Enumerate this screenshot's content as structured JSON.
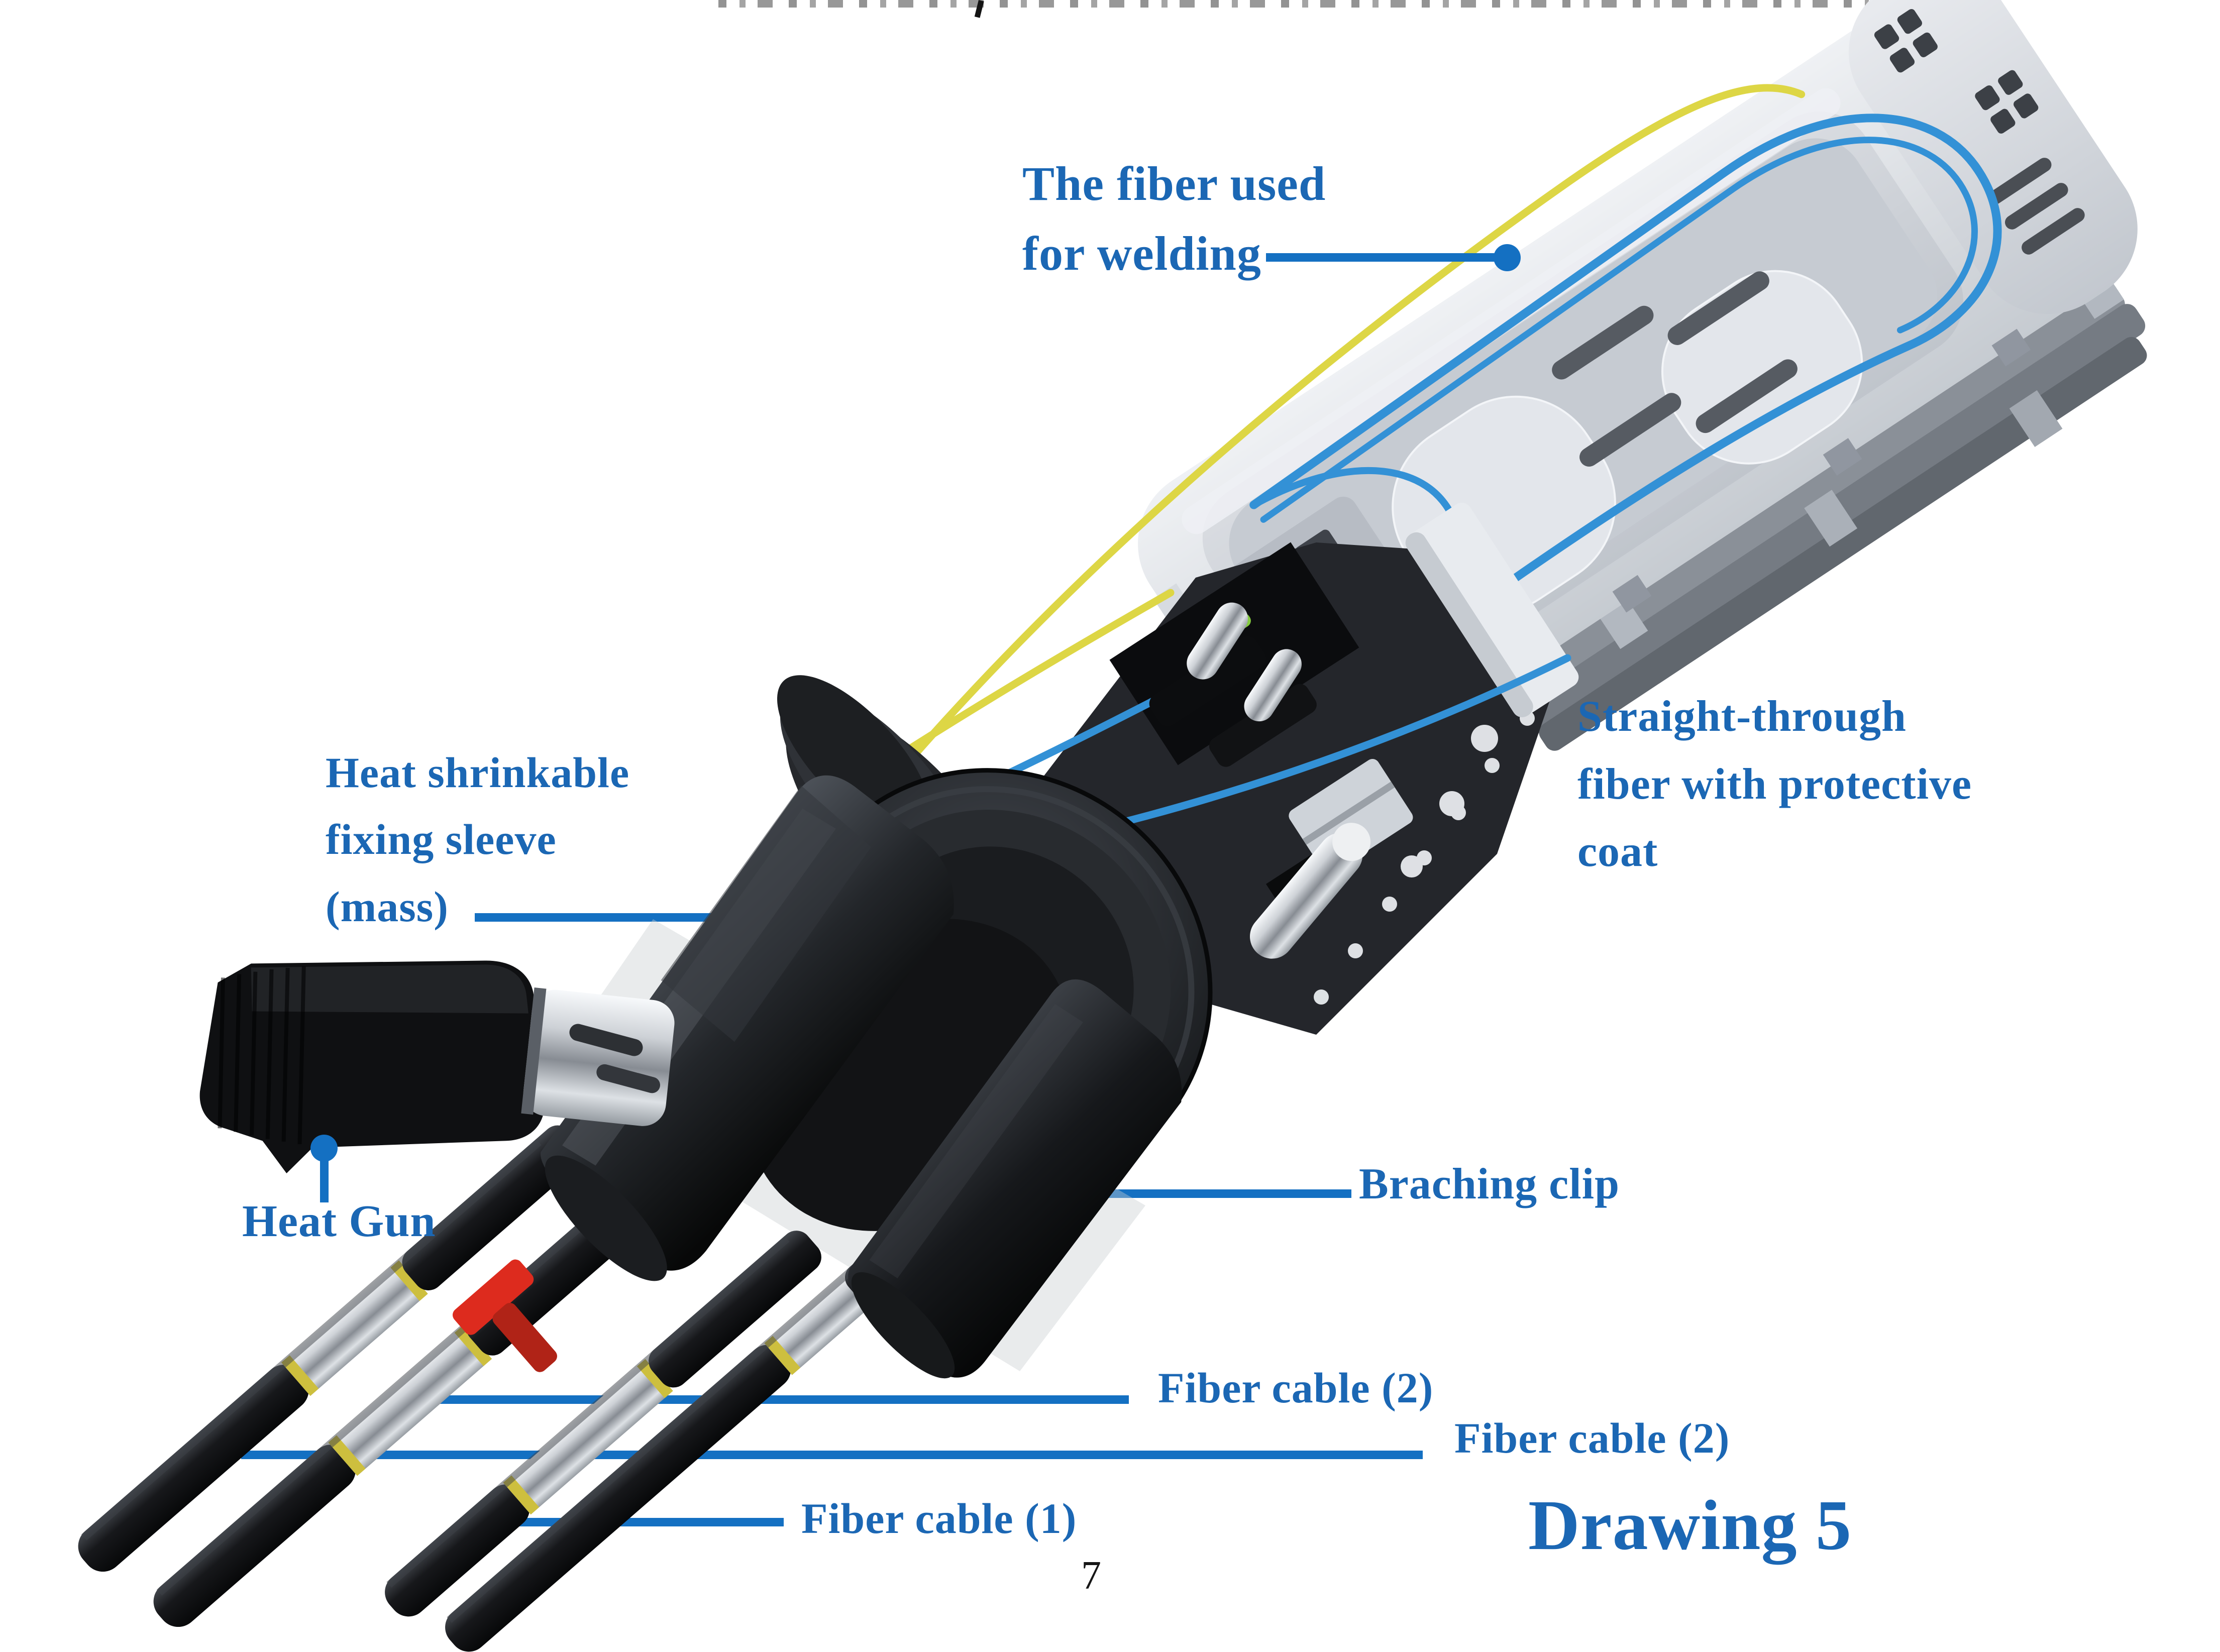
{
  "page": {
    "number": "7"
  },
  "figure": {
    "caption": "Drawing 5",
    "labels": {
      "fiber_welding": "The fiber used\nfor welding",
      "straight_through": "Straight-through\nfiber with protective\ncoat",
      "heat_shrinkable": "Heat shrinkable\nfixing sleeve\n(mass)",
      "heat_gun": "Heat Gun",
      "braching_clip": "Braching clip",
      "fiber_cable_2_first": "Fiber cable (2)",
      "fiber_cable_2_second": "Fiber cable (2)",
      "fiber_cable_1": "Fiber cable (1)"
    }
  },
  "colors": {
    "label_blue": "#1b67b4",
    "leader_blue": "#1470c2",
    "fiber_blue": "#3391d6",
    "fiber_yellow": "#ddd645",
    "clip_red": "#dd2b1e"
  }
}
